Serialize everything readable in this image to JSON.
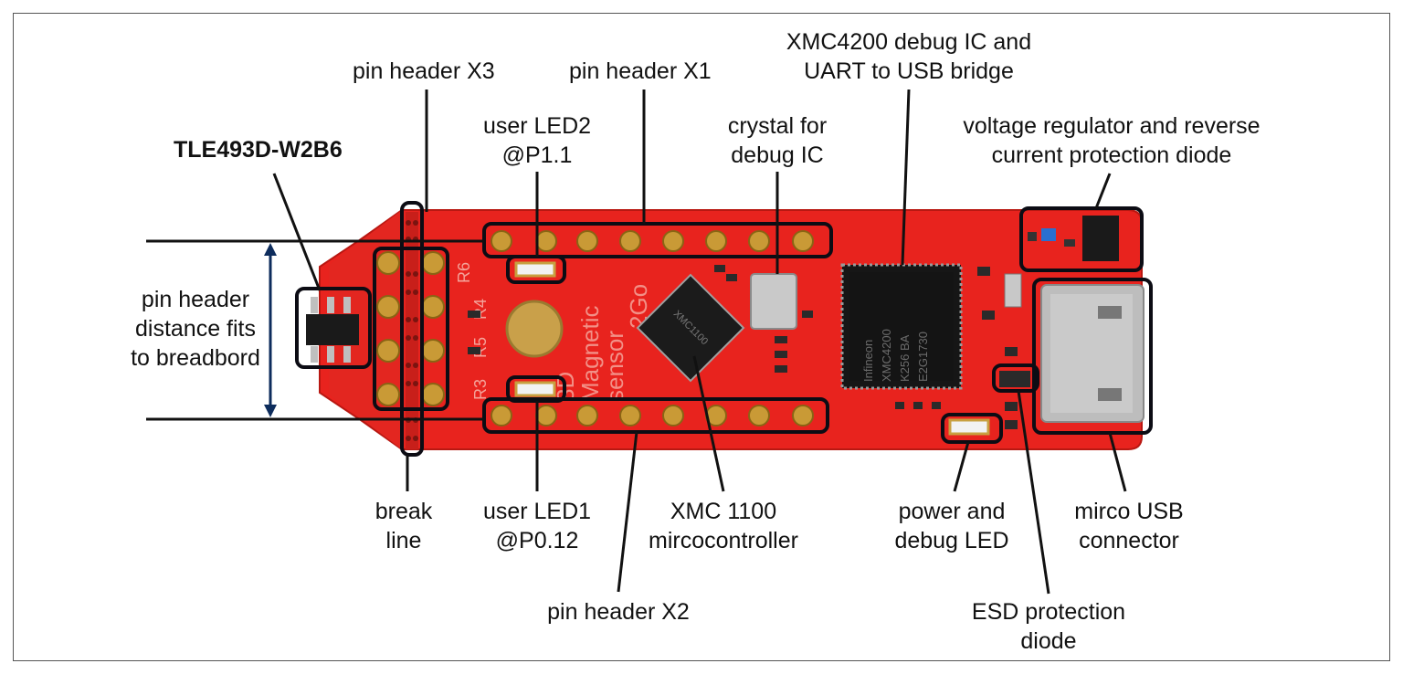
{
  "figure": {
    "labels": {
      "tle_sensor": "TLE493D-W2B6",
      "pin_header_x3": "pin header X3",
      "pin_header_x1": "pin header X1",
      "debug_ic_line1": "XMC4200 debug IC and",
      "debug_ic_line2": "UART to USB bridge",
      "led2_line1": "user LED2",
      "led2_line2": "@P1.1",
      "crystal_line1": "crystal for",
      "crystal_line2": "debug IC",
      "regulator_line1": "voltage regulator and reverse",
      "regulator_line2": "current protection diode",
      "distance_line1": "pin header",
      "distance_line2": "distance fits",
      "distance_line3": "to breadbord",
      "break_line1": "break",
      "break_line2": "line",
      "led1_line1": "user LED1",
      "led1_line2": "@P0.12",
      "mcu_line1": "XMC 1100",
      "mcu_line2": "mircocontroller",
      "power_led_line1": "power and",
      "power_led_line2": "debug LED",
      "usb_line1": "mirco USB",
      "usb_line2": "connector",
      "pin_header_x2": "pin header X2",
      "esd_line1": "ESD protection",
      "esd_line2": "diode"
    },
    "board_text": {
      "silk_line1": "3D",
      "silk_line2": "Magnetic",
      "silk_line3": "sensor",
      "silk_line4": "2Go",
      "r6": "R6",
      "r4": "R4",
      "r5": "R5",
      "r3": "R3",
      "mcu_chip_text": "XMC1100",
      "debug_chip_line1": "Infineon",
      "debug_chip_line2": "XMC4200",
      "debug_chip_line3": "K256 BA",
      "debug_chip_line4": "E2G1730"
    },
    "colors": {
      "board_red": "#e8231e",
      "outline": "#0c0c14",
      "pad_gold": "#c99a36"
    }
  }
}
